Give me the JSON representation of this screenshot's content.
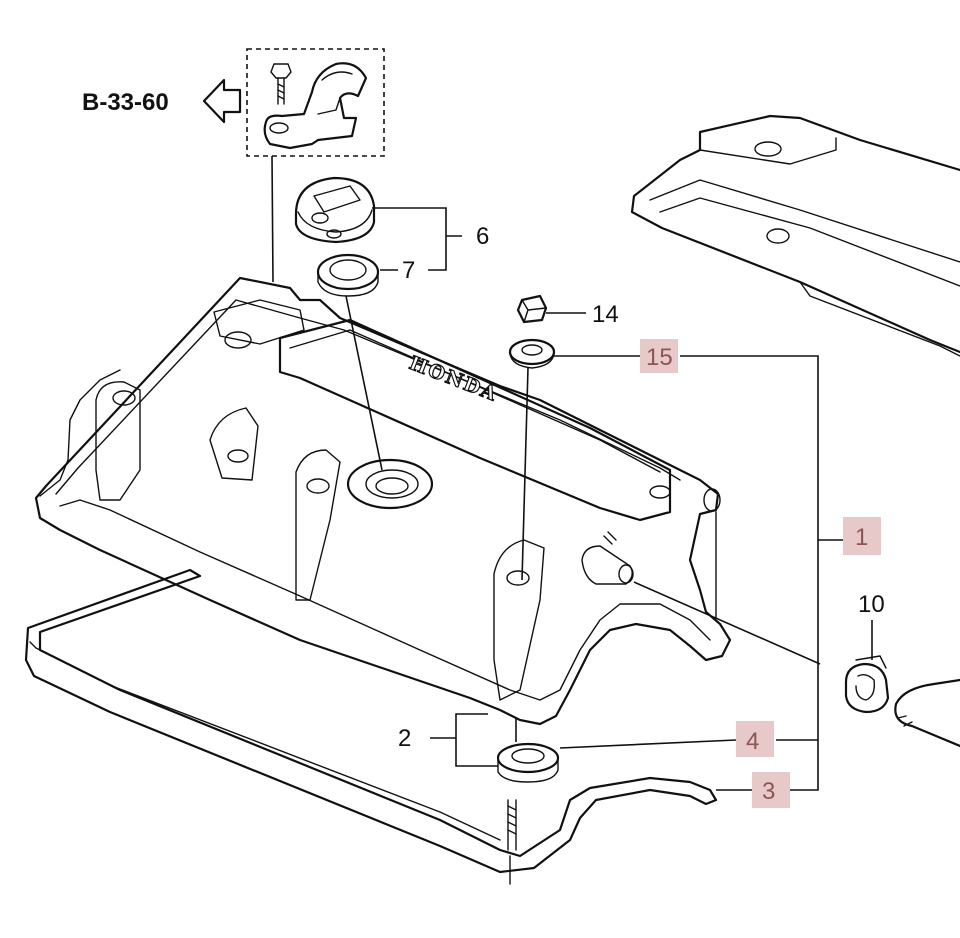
{
  "reference": {
    "label": "B-33-60"
  },
  "cover_brand": "HONDA",
  "callouts": [
    {
      "id": "6",
      "highlighted": false
    },
    {
      "id": "7",
      "highlighted": false
    },
    {
      "id": "14",
      "highlighted": false
    },
    {
      "id": "15",
      "highlighted": true
    },
    {
      "id": "1",
      "highlighted": true
    },
    {
      "id": "10",
      "highlighted": false
    },
    {
      "id": "2",
      "highlighted": false
    },
    {
      "id": "4",
      "highlighted": true
    },
    {
      "id": "3",
      "highlighted": true
    }
  ],
  "colors": {
    "highlight_bg": "#e7c9c9",
    "highlight_text": "#8a5656",
    "line": "#111111"
  }
}
